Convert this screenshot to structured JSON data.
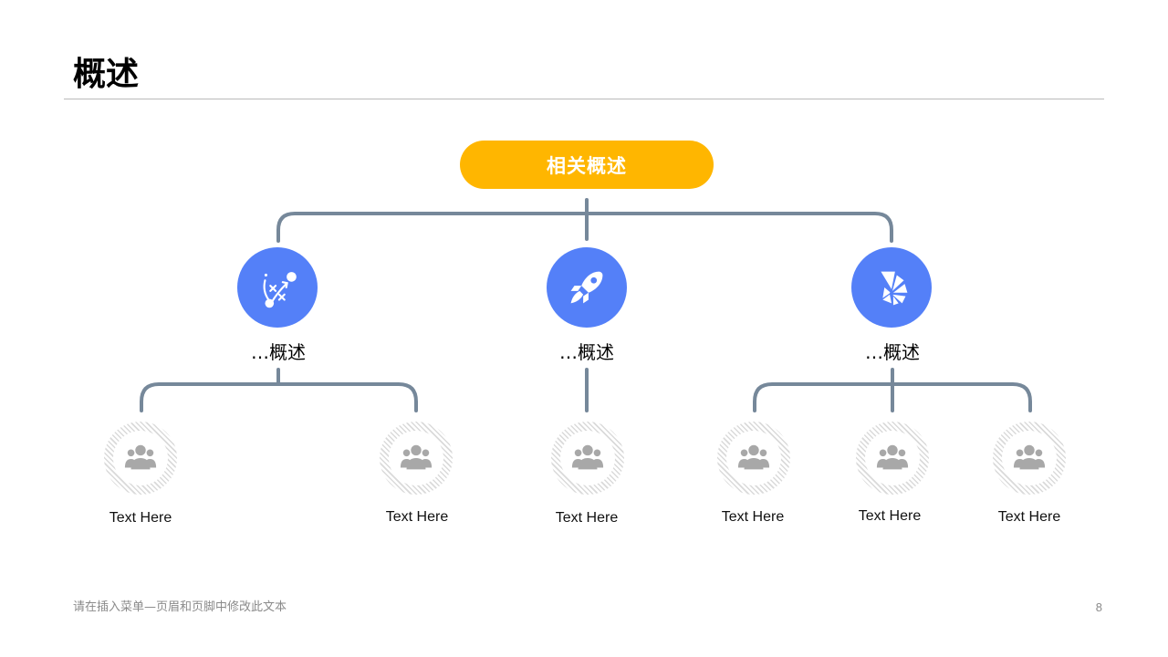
{
  "title": "概述",
  "diagram": {
    "root": {
      "label": "相关概述"
    },
    "branches": [
      {
        "label": "…概述",
        "icon": "strategy-icon",
        "children": [
          {
            "label": "Text Here",
            "icon": "user-group-icon"
          },
          {
            "label": "Text Here",
            "icon": "user-group-icon"
          }
        ]
      },
      {
        "label": "…概述",
        "icon": "rocket-icon",
        "children": [
          {
            "label": "Text Here",
            "icon": "user-group-icon"
          }
        ]
      },
      {
        "label": "…概述",
        "icon": "fan-icon",
        "children": [
          {
            "label": "Text Here",
            "icon": "user-group-icon"
          },
          {
            "label": "Text Here",
            "icon": "user-group-icon"
          },
          {
            "label": "Text Here",
            "icon": "user-group-icon"
          }
        ]
      }
    ]
  },
  "footer": {
    "text": "请在插入菜单—页眉和页脚中修改此文本",
    "page_number": "8"
  },
  "colors": {
    "accent": "#ffb600",
    "branch": "#5480f8",
    "connector": "#76889a",
    "leaf_icon": "#a8a8a8"
  }
}
